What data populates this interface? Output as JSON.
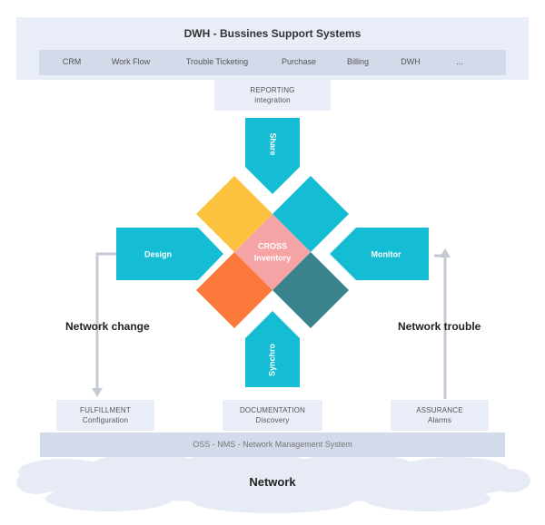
{
  "bss": {
    "title": "DWH - Bussines Support Systems",
    "items": [
      "CRM",
      "Work Flow",
      "Trouble Ticketing",
      "Purchase",
      "Billing",
      "DWH",
      "..."
    ]
  },
  "reporting": {
    "line1": "REPORTING",
    "line2": "integration"
  },
  "arrows": {
    "share": "Share",
    "design": "Design",
    "monitor": "Monitor",
    "synchro": "Synchro"
  },
  "center": {
    "line1": "CROSS",
    "line2": "Inventory"
  },
  "side_labels": {
    "left": "Network change",
    "right": "Network trouble"
  },
  "bottom_boxes": {
    "fulfillment": {
      "line1": "FULFILLMENT",
      "line2": "Configuration"
    },
    "documentation": {
      "line1": "DOCUMENTATION",
      "line2": "Discovery"
    },
    "assurance": {
      "line1": "ASSURANCE",
      "line2": "Alarms"
    }
  },
  "oss": "OSS - NMS - Network Management System",
  "network": "Network",
  "colors": {
    "teal": "#14bcd4",
    "yellow": "#fcc23f",
    "orange": "#fb7a3b",
    "darkteal": "#3b848e",
    "pink": "#f6a3a6",
    "grey_box": "#e8edf8",
    "grey_bar": "#d3dae9",
    "connector": "#c4c9d6",
    "cloud": "#e6ebf6"
  }
}
